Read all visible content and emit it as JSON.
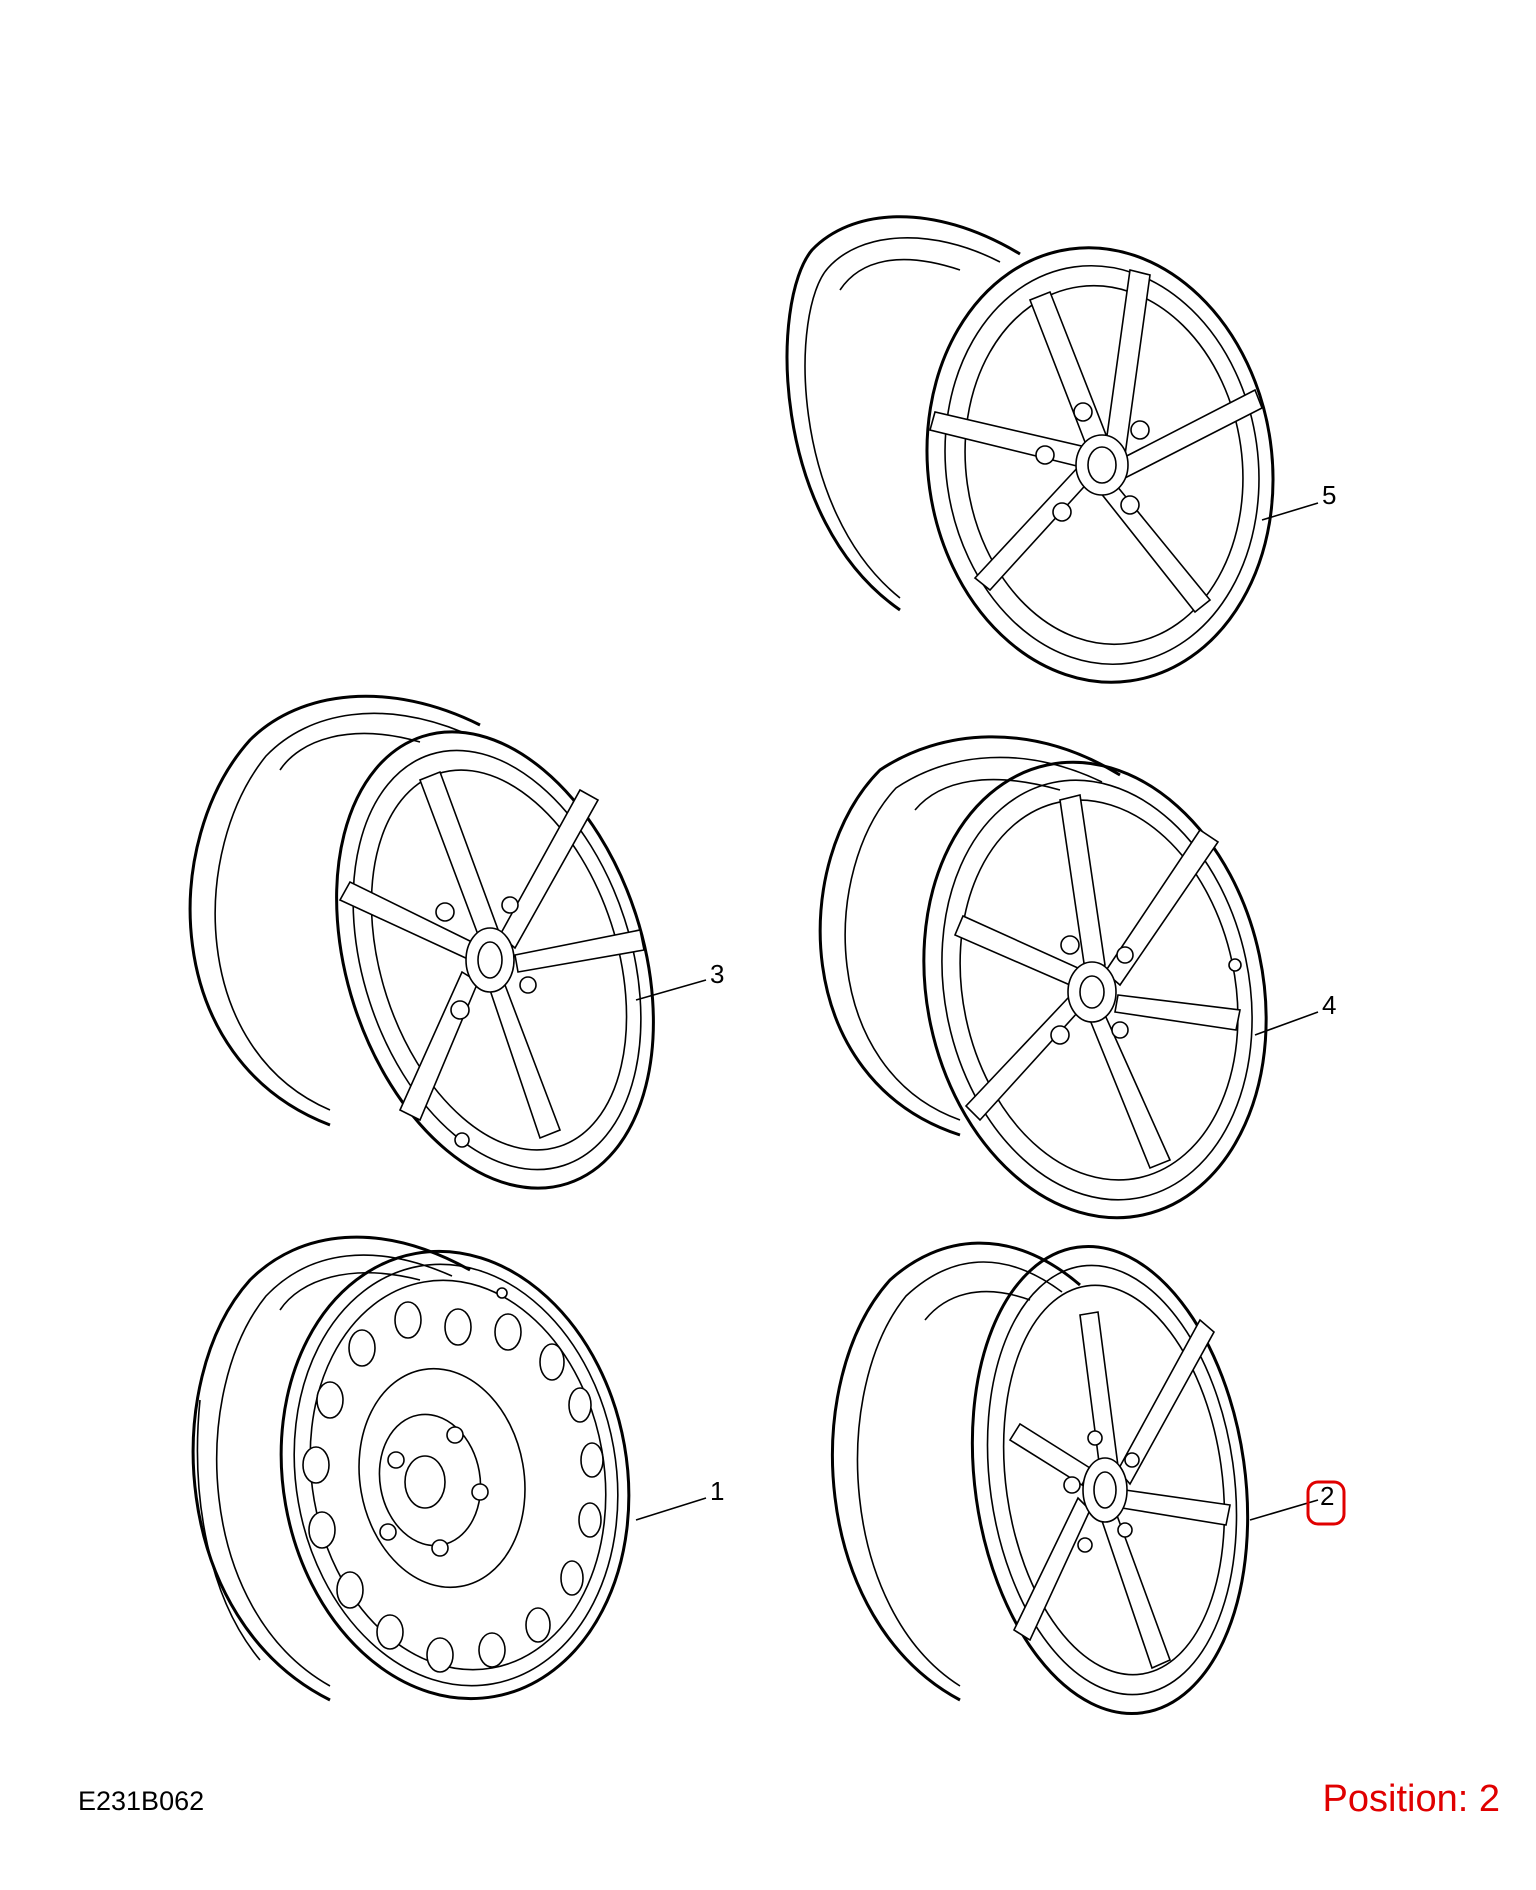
{
  "figure_code": "E231B062",
  "position_text": "Position: 2",
  "highlight_color": "#e00000",
  "callouts": [
    {
      "number": "1"
    },
    {
      "number": "2",
      "highlighted": true
    },
    {
      "number": "3"
    },
    {
      "number": "4"
    },
    {
      "number": "5"
    }
  ]
}
